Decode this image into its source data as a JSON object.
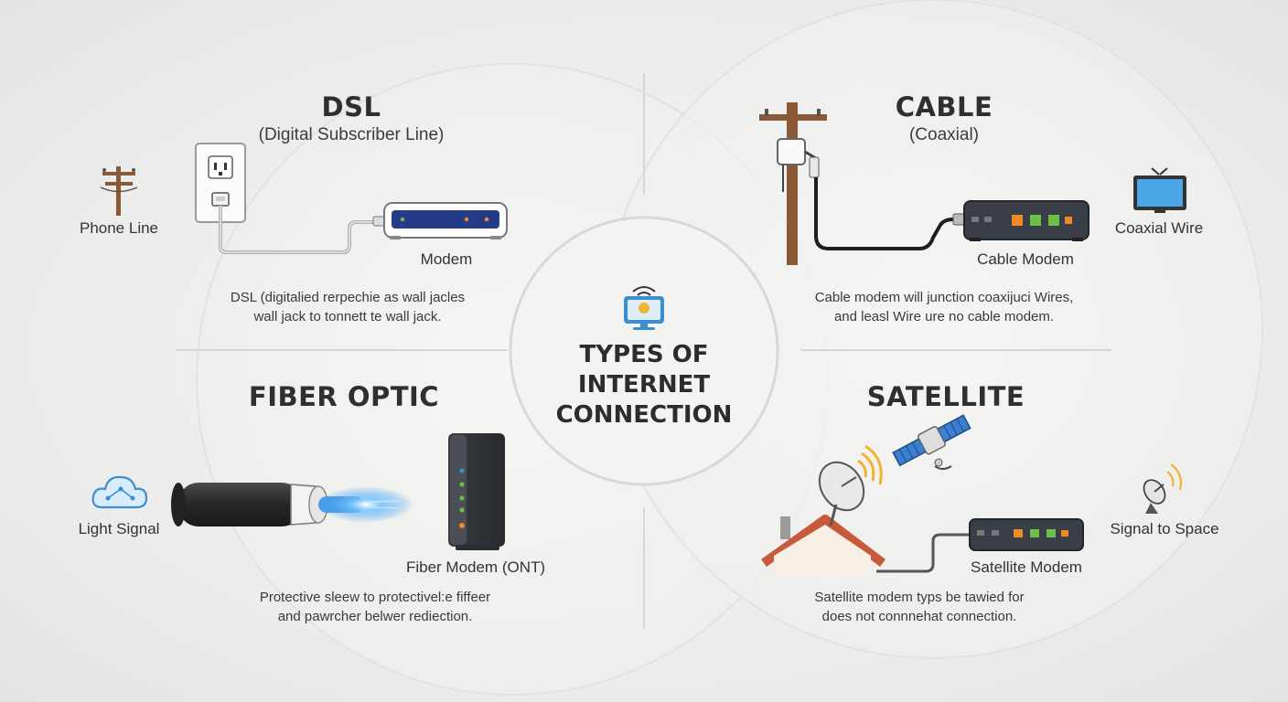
{
  "center": {
    "title_line1": "TYPES OF INTERNET",
    "title_line2": "CONNECTION",
    "icon": "monitor-wifi-icon"
  },
  "dsl": {
    "title": "DSL",
    "subtitle": "(Digital Subscriber Line)",
    "side_label": "Phone Line",
    "device_label": "Modem",
    "desc_line1": "DSL (digitalied rerpechie as wall jacles",
    "desc_line2": "wall jack to tonnett te wall jack.",
    "icons": [
      "telephone-pole-icon",
      "wall-jack-icon",
      "modem-icon"
    ]
  },
  "cable": {
    "title": "CABLE",
    "subtitle": "(Coaxial)",
    "side_label": "Coaxial Wire",
    "device_label": "Cable Modem",
    "desc_line1": "Cable modem will junction coaxijuci Wires,",
    "desc_line2": "and leasl Wire ure no cable modem.",
    "icons": [
      "utility-pole-icon",
      "tv-icon",
      "cable-modem-icon"
    ]
  },
  "fiber": {
    "title": "FIBER OPTIC",
    "side_label": "Light Signal",
    "device_label": "Fiber Modem (ONT)",
    "desc_line1": "Protective sleew to protectivel:e fiffeer",
    "desc_line2": "and pawrcher belwer rediection.",
    "icons": [
      "cloud-network-icon",
      "fiber-cable-icon",
      "ont-tower-icon"
    ]
  },
  "satellite": {
    "title": "SATELLITE",
    "side_label": "Signal to Space",
    "device_label": "Satellite Modem",
    "desc_line1": "Satellite modem typs be tawied for",
    "desc_line2": "does not connnehat connection.",
    "icons": [
      "satellite-icon",
      "house-dish-icon",
      "satellite-modem-icon",
      "dish-antenna-icon"
    ]
  },
  "colors": {
    "accent_blue": "#3b8fd1",
    "led_orange": "#f08a24",
    "led_green": "#6cc04a",
    "signal_yellow": "#f2b233",
    "pole_brown": "#8a5a36",
    "roof_red": "#c85a3c"
  }
}
